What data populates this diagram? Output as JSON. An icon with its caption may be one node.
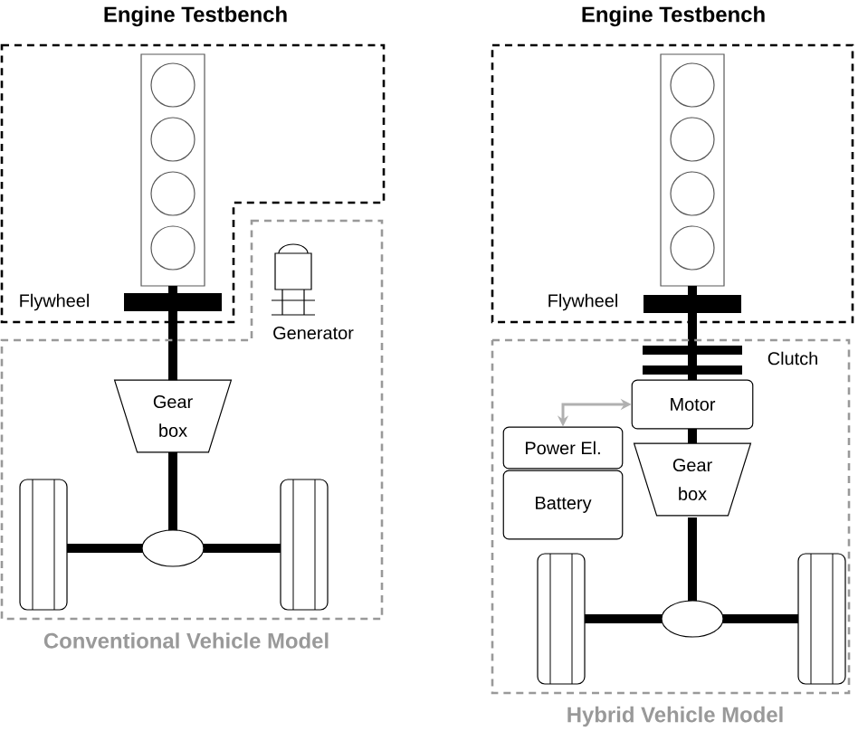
{
  "diagram": {
    "nodes": [
      {
        "text": [
          "Engine Testbench"
        ]
      },
      {
        "text": [
          "Conventional Vehicle Model"
        ]
      },
      {
        "text": [
          "Gear box"
        ],
        "in": 1
      },
      {
        "text": [
          "Engine Testbench"
        ]
      },
      {
        "text": [
          "Hybrid Vehicle Model"
        ]
      },
      {
        "text": [
          "Motor"
        ],
        "in": 4
      },
      {
        "text": [
          "Power El."
        ],
        "in": 4
      },
      {
        "text": [
          "Battery"
        ],
        "in": 4
      },
      {
        "text": [
          "Gear box"
        ],
        "in": 4
      }
    ],
    "edges": [
      {
        "from": 6,
        "to": 5,
        "arrow": "both",
        "color": "#b0b0b0"
      }
    ],
    "labels": [
      "Flywheel",
      "Generator",
      "Flywheel",
      "Clutch"
    ]
  }
}
